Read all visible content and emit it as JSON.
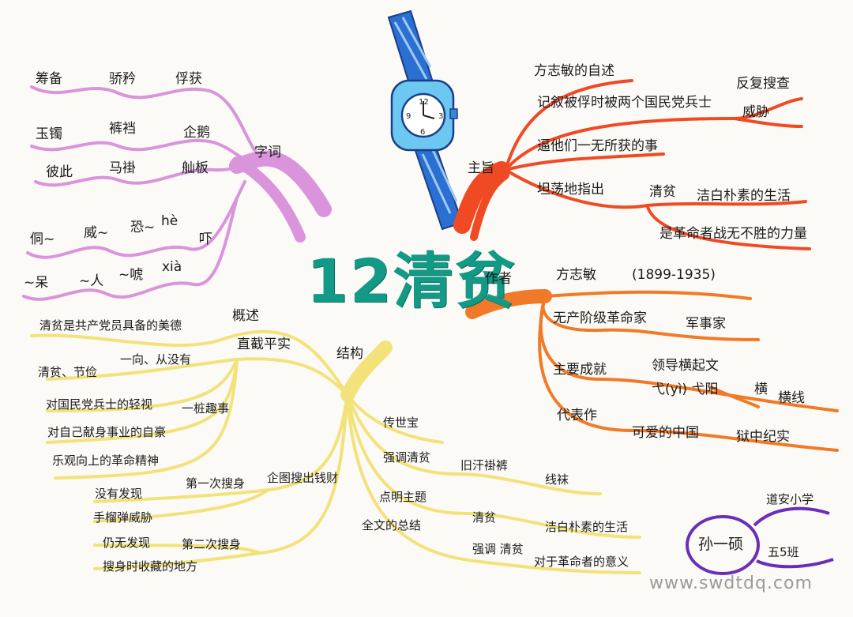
{
  "title": "12清贫",
  "watermark": "www.swdtdq.com",
  "colors": {
    "title": "#139a86",
    "words_branch": "#d994dc",
    "theme_branch": "#f04a24",
    "author_branch": "#f07a28",
    "structure_branch": "#f3e27a",
    "signature": "#6a2fb8"
  },
  "icon": "wristwatch-icon",
  "branches": {
    "words": {
      "label": "字词",
      "row1": [
        "筹备",
        "骄矜",
        "俘获"
      ],
      "row2": [
        "玉镯",
        "裤裆",
        "企鹅"
      ],
      "row3": [
        "彼此",
        "马褂",
        "舢板"
      ],
      "row4": [
        "侗~",
        "威~",
        "恐~",
        "hè"
      ],
      "he_char": "吓",
      "row5": [
        "~呆",
        "~人",
        "~唬",
        "xià"
      ]
    },
    "theme": {
      "label": "主旨",
      "items": [
        "方志敏的自述",
        "记叙被俘时被两个国民党兵士",
        "逼他们一无所获的事",
        "坦荡地指出"
      ],
      "sub_search": [
        "反复搜查",
        "威胁"
      ],
      "sub_point": [
        "清贫",
        "洁白朴素的生活",
        "是革命者战无不胜的力量"
      ]
    },
    "author": {
      "label": "作者",
      "name": "方志敏",
      "years": "(1899-1935)",
      "identity": [
        "无产阶级革命家",
        "军事家"
      ],
      "achievement": "主要成就",
      "achievement_items": [
        "领导横起文",
        "弋(yì) 弋阳",
        "横",
        "横线"
      ],
      "works": "代表作",
      "works_items": [
        "可爱的中国",
        "狱中纪实"
      ]
    },
    "structure": {
      "label": "结构",
      "overview": "概述",
      "overview_sub": "直截平实",
      "left": [
        "清贫是共产党员具备的美德",
        "清贫、节俭",
        "一向、从没有",
        "对国民党兵士的轻视",
        "对自己献身事业的自豪",
        "一桩趣事",
        "乐观向上的革命精神",
        "没有发现",
        "第一次搜身",
        "企图搜出钱财",
        "手榴弹威胁",
        "仍无发现",
        "第二次搜身",
        "搜身时收藏的地方"
      ],
      "right": [
        "传世宝",
        "强调清贫",
        "旧汗褂裤",
        "线袜",
        "点明主题",
        "清贫",
        "洁白朴素的生活",
        "全文的总结",
        "强调 清贫",
        "对于革命者的意义"
      ]
    }
  },
  "signature": {
    "name": "孙一硕",
    "school": "道安小学",
    "class": "五5班"
  }
}
